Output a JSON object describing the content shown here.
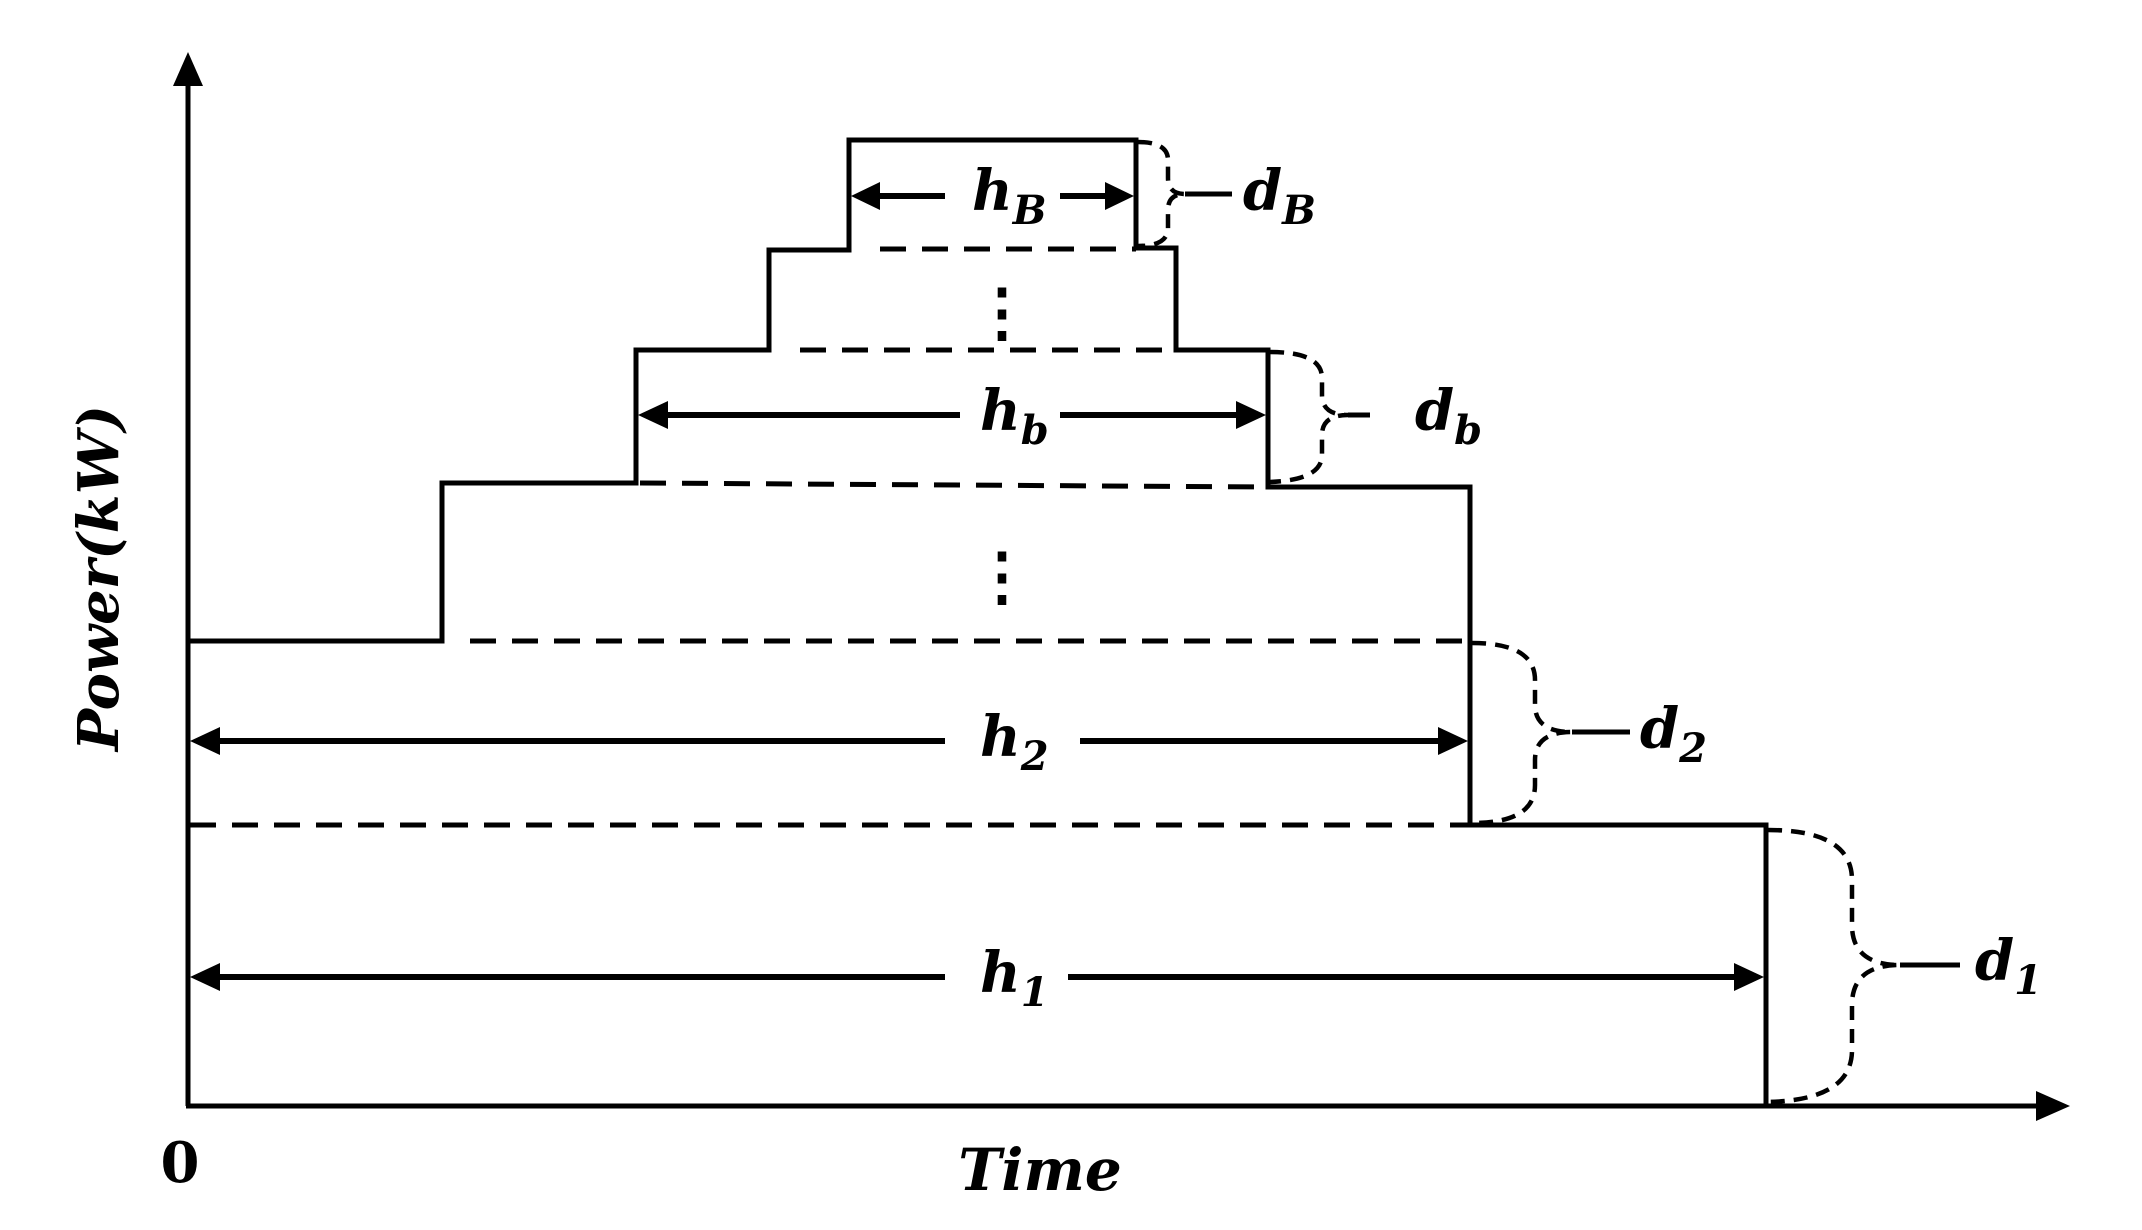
{
  "axes": {
    "y_label": "Power(kW)",
    "x_label": "Time",
    "origin": "0"
  },
  "labels": {
    "hB": {
      "main": "h",
      "sub": "B"
    },
    "dB": {
      "main": "d",
      "sub": "B"
    },
    "hb": {
      "main": "h",
      "sub": "b"
    },
    "db": {
      "main": "d",
      "sub": "b"
    },
    "h2": {
      "main": "h",
      "sub": "2"
    },
    "d2": {
      "main": "d",
      "sub": "2"
    },
    "h1": {
      "main": "h",
      "sub": "1"
    },
    "d1": {
      "main": "d",
      "sub": "1"
    }
  },
  "ellipsis": "⋮"
}
